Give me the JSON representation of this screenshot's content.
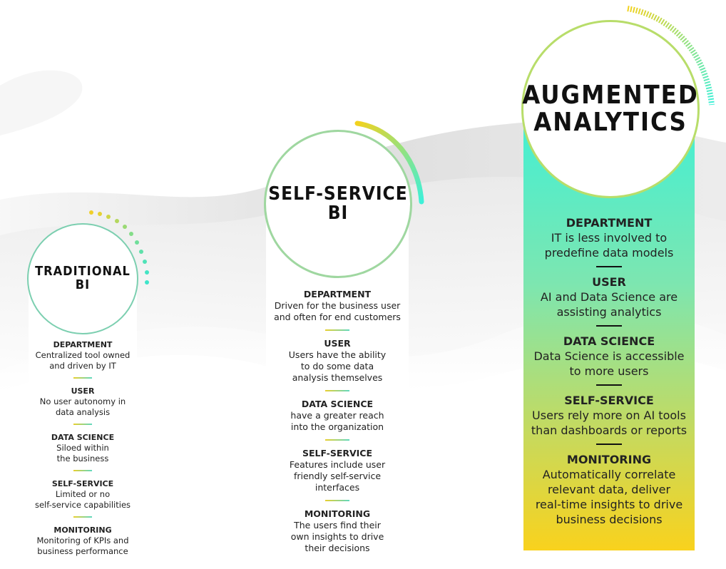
{
  "columns": [
    {
      "title": "TRADITIONAL\nBI",
      "sections": [
        {
          "heading": "DEPARTMENT",
          "text": "Centralized tool owned\nand driven by IT"
        },
        {
          "heading": "USER",
          "text": "No user autonomy in\ndata analysis"
        },
        {
          "heading": "DATA SCIENCE",
          "text": "Siloed within\nthe business"
        },
        {
          "heading": "SELF-SERVICE",
          "text": "Limited or no\nself-service capabilities"
        },
        {
          "heading": "MONITORING",
          "text": "Monitoring of KPIs and\nbusiness performance"
        }
      ]
    },
    {
      "title": "SELF-SERVICE\nBI",
      "sections": [
        {
          "heading": "DEPARTMENT",
          "text": "Driven for the business user\nand often for end customers"
        },
        {
          "heading": "USER",
          "text": "Users have the ability\nto do some data\nanalysis themselves"
        },
        {
          "heading": "DATA SCIENCE",
          "text": "have a greater reach\ninto the organization"
        },
        {
          "heading": "SELF-SERVICE",
          "text": "Features include user\nfriendly self-service\ninterfaces"
        },
        {
          "heading": "MONITORING",
          "text": "The users find their\nown insights to drive\ntheir decisions"
        }
      ]
    },
    {
      "title": "AUGMENTED\nANALYTICS",
      "sections": [
        {
          "heading": "DEPARTMENT",
          "text": "IT is less involved to\npredefine data models"
        },
        {
          "heading": "USER",
          "text": "AI and Data Science are\nassisting analytics"
        },
        {
          "heading": "DATA SCIENCE",
          "text": "Data Science is accessible\nto more users"
        },
        {
          "heading": "SELF-SERVICE",
          "text": "Users rely more on AI tools\nthan dashboards or reports"
        },
        {
          "heading": "MONITORING",
          "text": "Automatically correlate\nrelevant data, deliver\nreal-time insights to drive\nbusiness decisions"
        }
      ]
    }
  ],
  "colors": {
    "teal": "#3ff0d6",
    "yellow": "#f9d21d",
    "green": "#9fd7a0"
  }
}
